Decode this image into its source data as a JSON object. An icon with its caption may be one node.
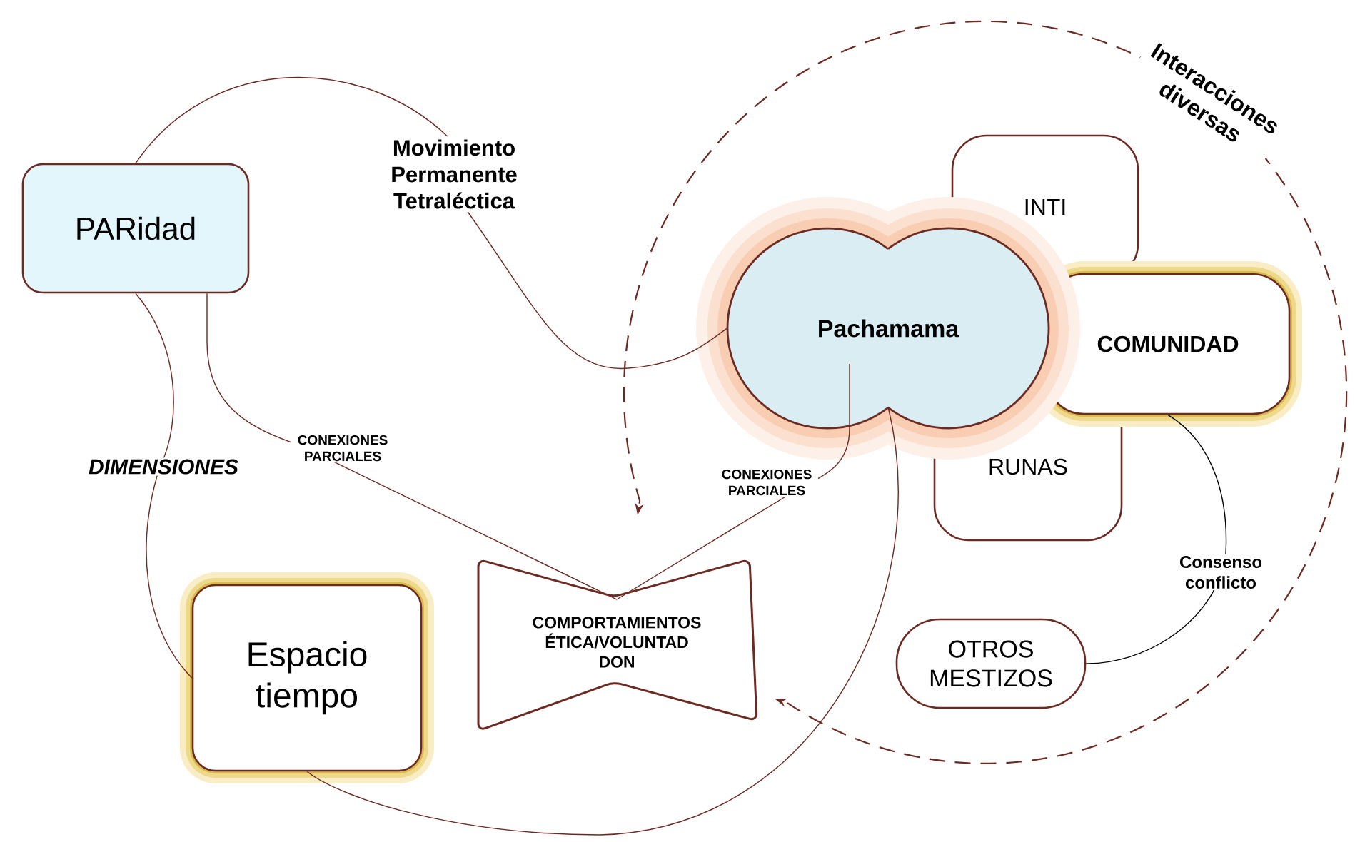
{
  "diagram": {
    "nodes": [
      {
        "text": [
          "PARidad"
        ]
      },
      {
        "text": [
          "Movimiento Permanente Tetraléctica"
        ]
      },
      {
        "text": [
          "INTI"
        ]
      },
      {
        "text": [
          "Pachamama"
        ]
      },
      {
        "text": [
          "COMUNIDAD"
        ]
      },
      {
        "text": [
          "RUNAS"
        ]
      },
      {
        "text": [
          "Espacio tiempo"
        ]
      },
      {
        "text": [
          "COMPORTAMIENTOS ÉTICA/VOLUNTAD DON"
        ]
      },
      {
        "text": [
          "OTROS MESTIZOS"
        ]
      }
    ],
    "edges": [
      {
        "from": 0,
        "to": 1,
        "arrow": "none"
      },
      {
        "from": 1,
        "to": 3,
        "arrow": "none"
      },
      {
        "from": 0,
        "to": 7,
        "arrow": "none",
        "label": "CONEXIONES PARCIALES"
      },
      {
        "from": 3,
        "to": 7,
        "arrow": "none",
        "label": "CONEXIONES PARCIALES"
      },
      {
        "from": 3,
        "to": 6,
        "arrow": "none"
      },
      {
        "from": 0,
        "to": 6,
        "arrow": "none",
        "label": "DIMENSIONES"
      },
      {
        "from": 4,
        "to": 8,
        "arrow": "none",
        "label": "Consenso conflicto",
        "color": "#000000"
      },
      {
        "from": null,
        "to": 7,
        "arrow": "to",
        "style": "dashed",
        "label": "Interacciones diversas"
      },
      {
        "from": null,
        "to": 7,
        "arrow": "to",
        "style": "dashed"
      }
    ]
  }
}
